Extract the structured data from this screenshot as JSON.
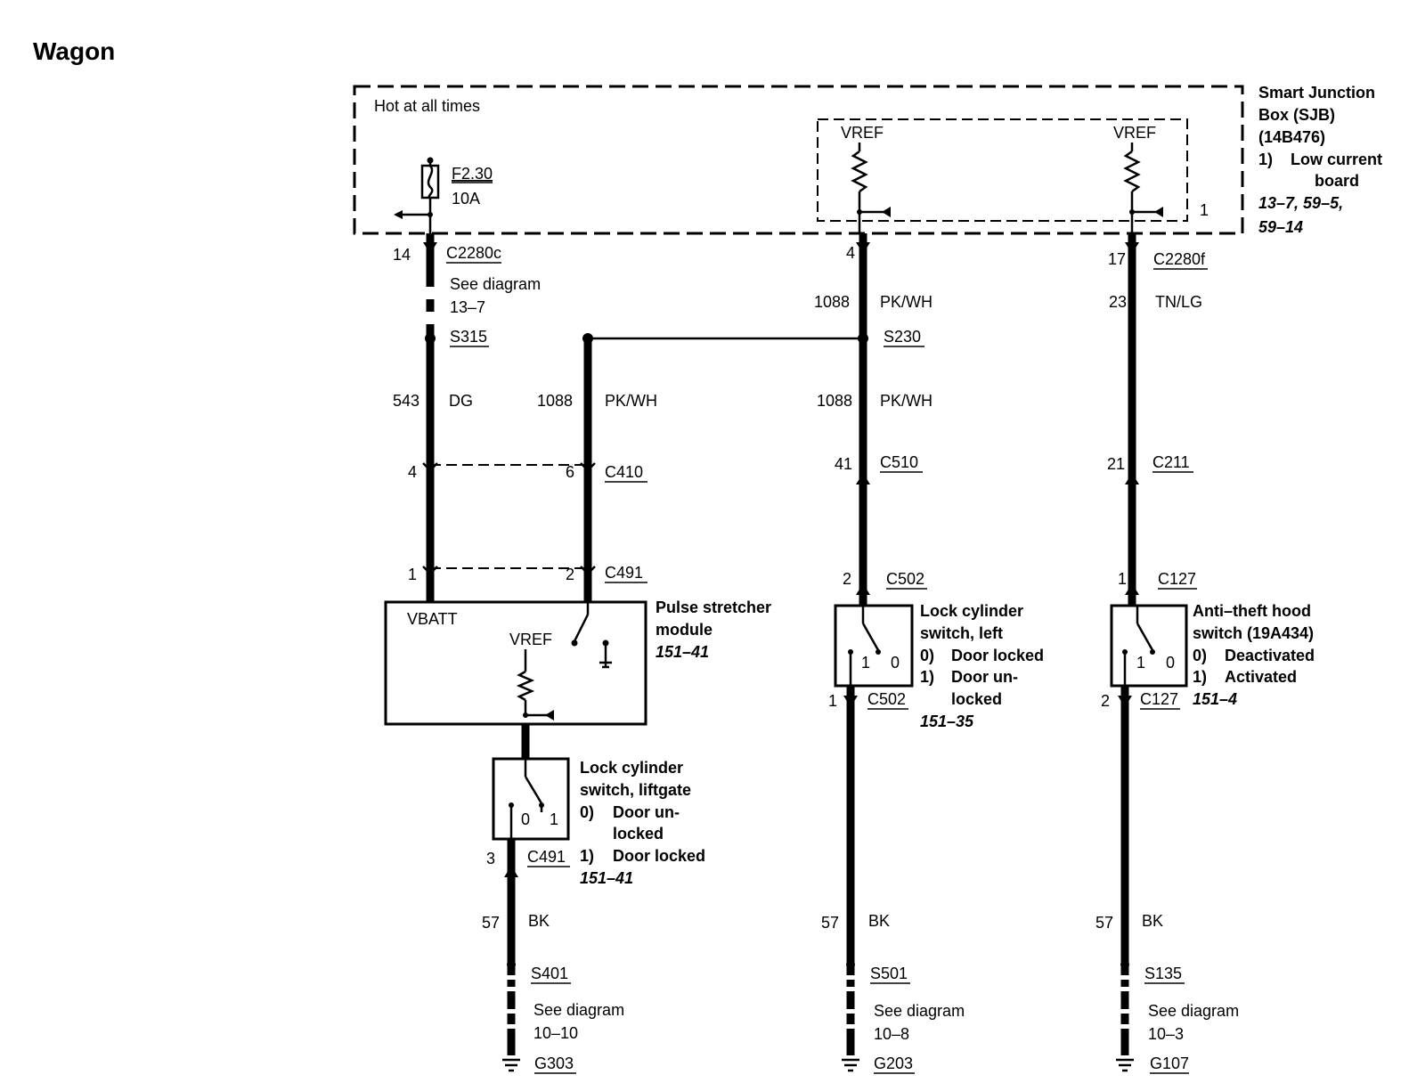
{
  "title": "Wagon",
  "sjb": {
    "hot_label": "Hot at all times",
    "fuse_id": "F2.30",
    "fuse_rating": "10A",
    "vref_left": "VREF",
    "vref_right": "VREF",
    "pin_label": "1",
    "name_lines": [
      "Smart Junction",
      "Box (SJB)",
      "(14B476)"
    ],
    "note_num": "1)",
    "note_text_1": "Low current",
    "note_text_2": "board",
    "refs_1": "13–7, 59–5,",
    "refs_2": "59–14"
  },
  "col1": {
    "pin_top": "14",
    "conn_top": "C2280c",
    "see_1": "See diagram",
    "see_2": "13–7",
    "splice": "S315",
    "circuit": "543",
    "color": "DG",
    "pin_c410": "4",
    "pin_c491": "1"
  },
  "col2": {
    "circuit": "1088",
    "color": "PK/WH",
    "pin_c410": "6",
    "conn_c410": "C410",
    "pin_c491": "2",
    "conn_c491": "C491"
  },
  "pulse": {
    "vbatt": "VBATT",
    "vref": "VREF",
    "name_1": "Pulse stretcher",
    "name_2": "module",
    "ref": "151–41"
  },
  "liftgate": {
    "name_1": "Lock cylinder",
    "name_2": "switch, liftgate",
    "s0_num": "0)",
    "s0_text_1": "Door un-",
    "s0_text_2": "locked",
    "s1_num": "1)",
    "s1_text": "Door locked",
    "ref": "151–41",
    "pos0": "0",
    "pos1": "1",
    "pin": "3",
    "conn": "C491",
    "circuit": "57",
    "color": "BK",
    "splice": "S401",
    "see_1": "See diagram",
    "see_2": "10–10",
    "ground": "G303"
  },
  "col3": {
    "pin_top": "4",
    "circuit_a": "1088",
    "color_a": "PK/WH",
    "splice": "S230",
    "circuit_b": "1088",
    "color_b": "PK/WH",
    "pin_c510": "41",
    "conn_c510": "C510",
    "pin_c502_top": "2",
    "conn_c502_top": "C502",
    "pin_c502_bot": "1",
    "conn_c502_bot": "C502",
    "circuit_c": "57",
    "color_c": "BK",
    "splice_b": "S501",
    "see_1": "See diagram",
    "see_2": "10–8",
    "ground": "G203"
  },
  "lock_left": {
    "name_1": "Lock cylinder",
    "name_2": "switch, left",
    "s0_num": "0)",
    "s0_text": "Door locked",
    "s1_num": "1)",
    "s1_text_1": "Door un-",
    "s1_text_2": "locked",
    "ref": "151–35",
    "pos1": "1",
    "pos0": "0"
  },
  "col4": {
    "pin_top": "17",
    "conn_top": "C2280f",
    "circuit_a": "23",
    "color_a": "TN/LG",
    "pin_c211": "21",
    "conn_c211": "C211",
    "pin_c127_top": "1",
    "conn_c127_top": "C127",
    "pin_c127_bot": "2",
    "conn_c127_bot": "C127",
    "circuit_b": "57",
    "color_b": "BK",
    "splice": "S135",
    "see_1": "See diagram",
    "see_2": "10–3",
    "ground": "G107"
  },
  "hood": {
    "name_1": "Anti–theft hood",
    "name_2": "switch (19A434)",
    "s0_num": "0)",
    "s0_text": "Deactivated",
    "s1_num": "1)",
    "s1_text": "Activated",
    "ref": "151–4",
    "pos1": "1",
    "pos0": "0"
  }
}
